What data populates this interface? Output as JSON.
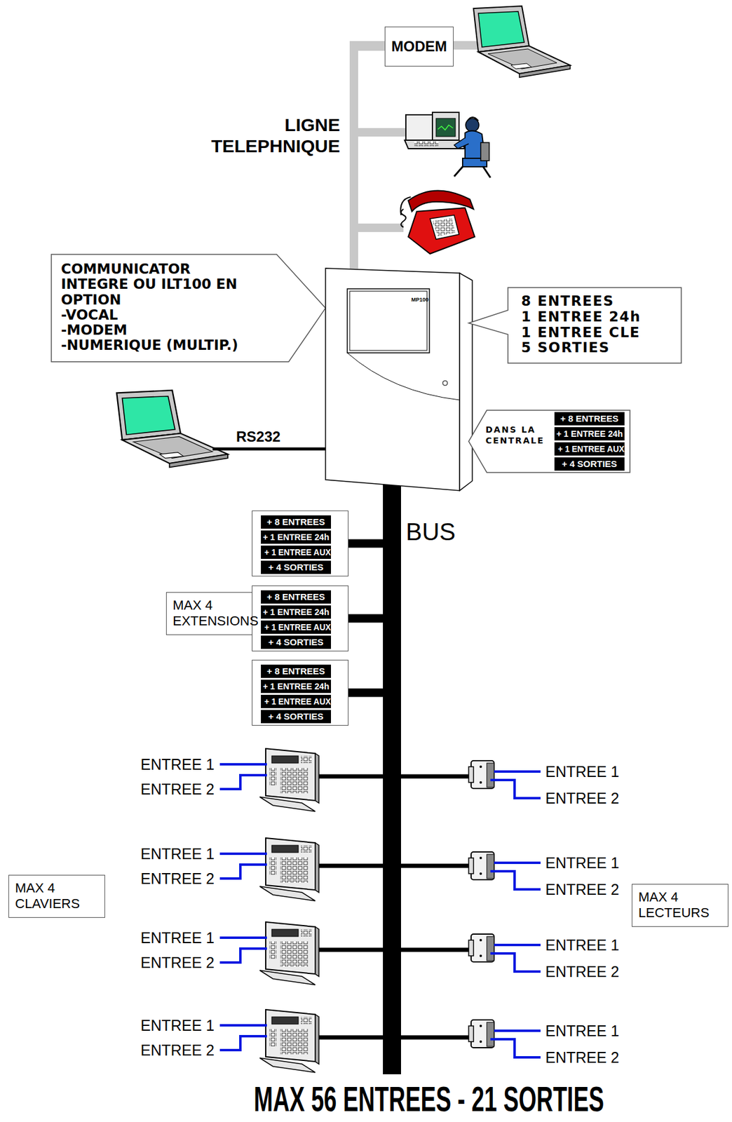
{
  "diagram": {
    "caption": "MAX 56 ENTREES - 21 SORTIES",
    "nodes": [
      {
        "text": [
          "MODEM"
        ]
      },
      {
        "text": [
          "COMMUNICATOR INTEGRE OU ILT100 EN OPTION",
          "-VOCAL",
          "-MODEM",
          "-NUMERIQUE (MULTIP.)"
        ]
      },
      {
        "text": [
          "MP100"
        ]
      },
      {
        "text": [
          "8 ENTREES",
          "1 ENTREE 24h",
          "1 ENTREE CLE",
          "5 SORTIES"
        ]
      },
      {
        "text": [
          "DANS LA CENTRALE",
          "+ 8 ENTREES",
          "+ 1 ENTREE 24h",
          "+ 1 ENTREE AUX",
          "+ 4 SORTIES"
        ]
      },
      {
        "text": [
          "+ 8 ENTREES",
          "+ 1 ENTREE 24h",
          "+ 1 ENTREE AUX",
          "+ 4 SORTIES"
        ]
      },
      {
        "text": [
          "MAX 4 EXTENSIONS"
        ]
      },
      {
        "text": [
          "+ 8 ENTREES",
          "+ 1 ENTREE 24h",
          "+ 1 ENTREE AUX",
          "+ 4 SORTIES"
        ]
      },
      {
        "text": [
          "+ 8 ENTREES",
          "+ 1 ENTREE 24h",
          "+ 1 ENTREE AUX",
          "+ 4 SORTIES"
        ]
      },
      {
        "text": [
          "MAX 4 CLAVIERS"
        ]
      },
      {
        "text": [
          "MAX 4 LECTEURS"
        ]
      }
    ],
    "edges": [
      {
        "from": 0,
        "to": 2,
        "arrow": "none"
      },
      {
        "from": 2,
        "to": 5,
        "arrow": "none"
      },
      {
        "from": 2,
        "to": 7,
        "arrow": "none"
      },
      {
        "from": 2,
        "to": 8,
        "arrow": "none"
      }
    ],
    "labels": [
      "LIGNE TELEPHNIQUE",
      "RS232",
      "BUS",
      "ENTREE 1",
      "ENTREE 2",
      "ENTREE 1",
      "ENTREE 2",
      "ENTREE 1",
      "ENTREE 2",
      "ENTREE 1",
      "ENTREE 2",
      "ENTREE 1",
      "ENTREE 2",
      "ENTREE 1",
      "ENTREE 2",
      "ENTREE 1",
      "ENTREE 2",
      "ENTREE 1",
      "ENTREE 2"
    ]
  }
}
